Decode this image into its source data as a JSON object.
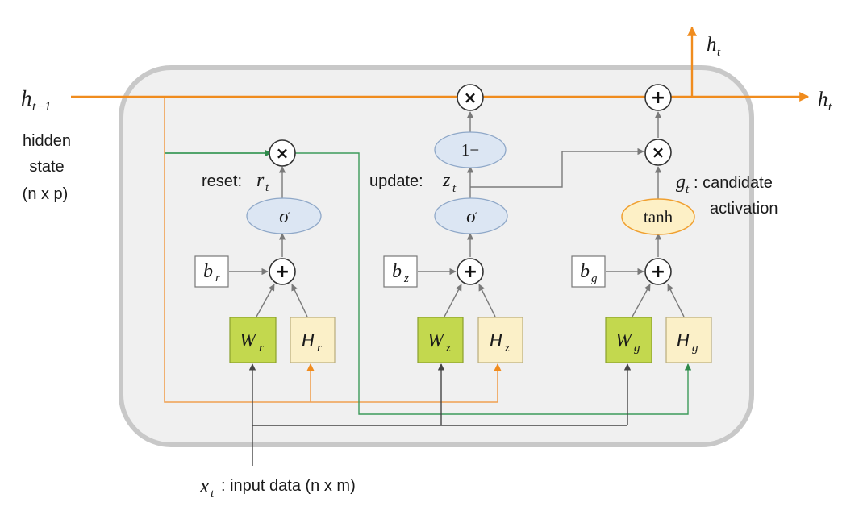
{
  "labels": {
    "h_prev": "h",
    "h_prev_sub": "t−1",
    "h_out_top": "h",
    "h_out_top_sub": "t",
    "h_out_right": "h",
    "h_out_right_sub": "t",
    "hidden_state_line1": "hidden",
    "hidden_state_line2": "state",
    "hidden_state_line3": "(n x p)",
    "reset_prefix": "reset:",
    "reset_var": "r",
    "reset_sub": "t",
    "update_prefix": "update:",
    "update_var": "z",
    "update_sub": "t",
    "candidate_var": "g",
    "candidate_sub": "t",
    "candidate_line1": ": candidate",
    "candidate_line2": "activation",
    "input_var": "x",
    "input_sub": "t",
    "input_text": ": input data (n x m)"
  },
  "nodes": {
    "sigma_reset": "σ",
    "sigma_update": "σ",
    "one_minus": "1−",
    "tanh": "tanh",
    "multiply_symbol": "×",
    "add_symbol": "+"
  },
  "boxes": {
    "b_r": {
      "var": "b",
      "sub": "r"
    },
    "b_z": {
      "var": "b",
      "sub": "z"
    },
    "b_g": {
      "var": "b",
      "sub": "g"
    },
    "W_r": {
      "var": "W",
      "sub": "r"
    },
    "H_r": {
      "var": "H",
      "sub": "r"
    },
    "W_z": {
      "var": "W",
      "sub": "z"
    },
    "H_z": {
      "var": "H",
      "sub": "z"
    },
    "W_g": {
      "var": "W",
      "sub": "g"
    },
    "H_g": {
      "var": "H",
      "sub": "g"
    }
  },
  "colors": {
    "hidden_state_line": "#f08c1e",
    "reset_path": "#3c9a5a",
    "w_box": "#c3d84e",
    "h_box": "#fbf0c8",
    "sigma_fill": "#dce6f3",
    "tanh_border": "#f0a030"
  }
}
